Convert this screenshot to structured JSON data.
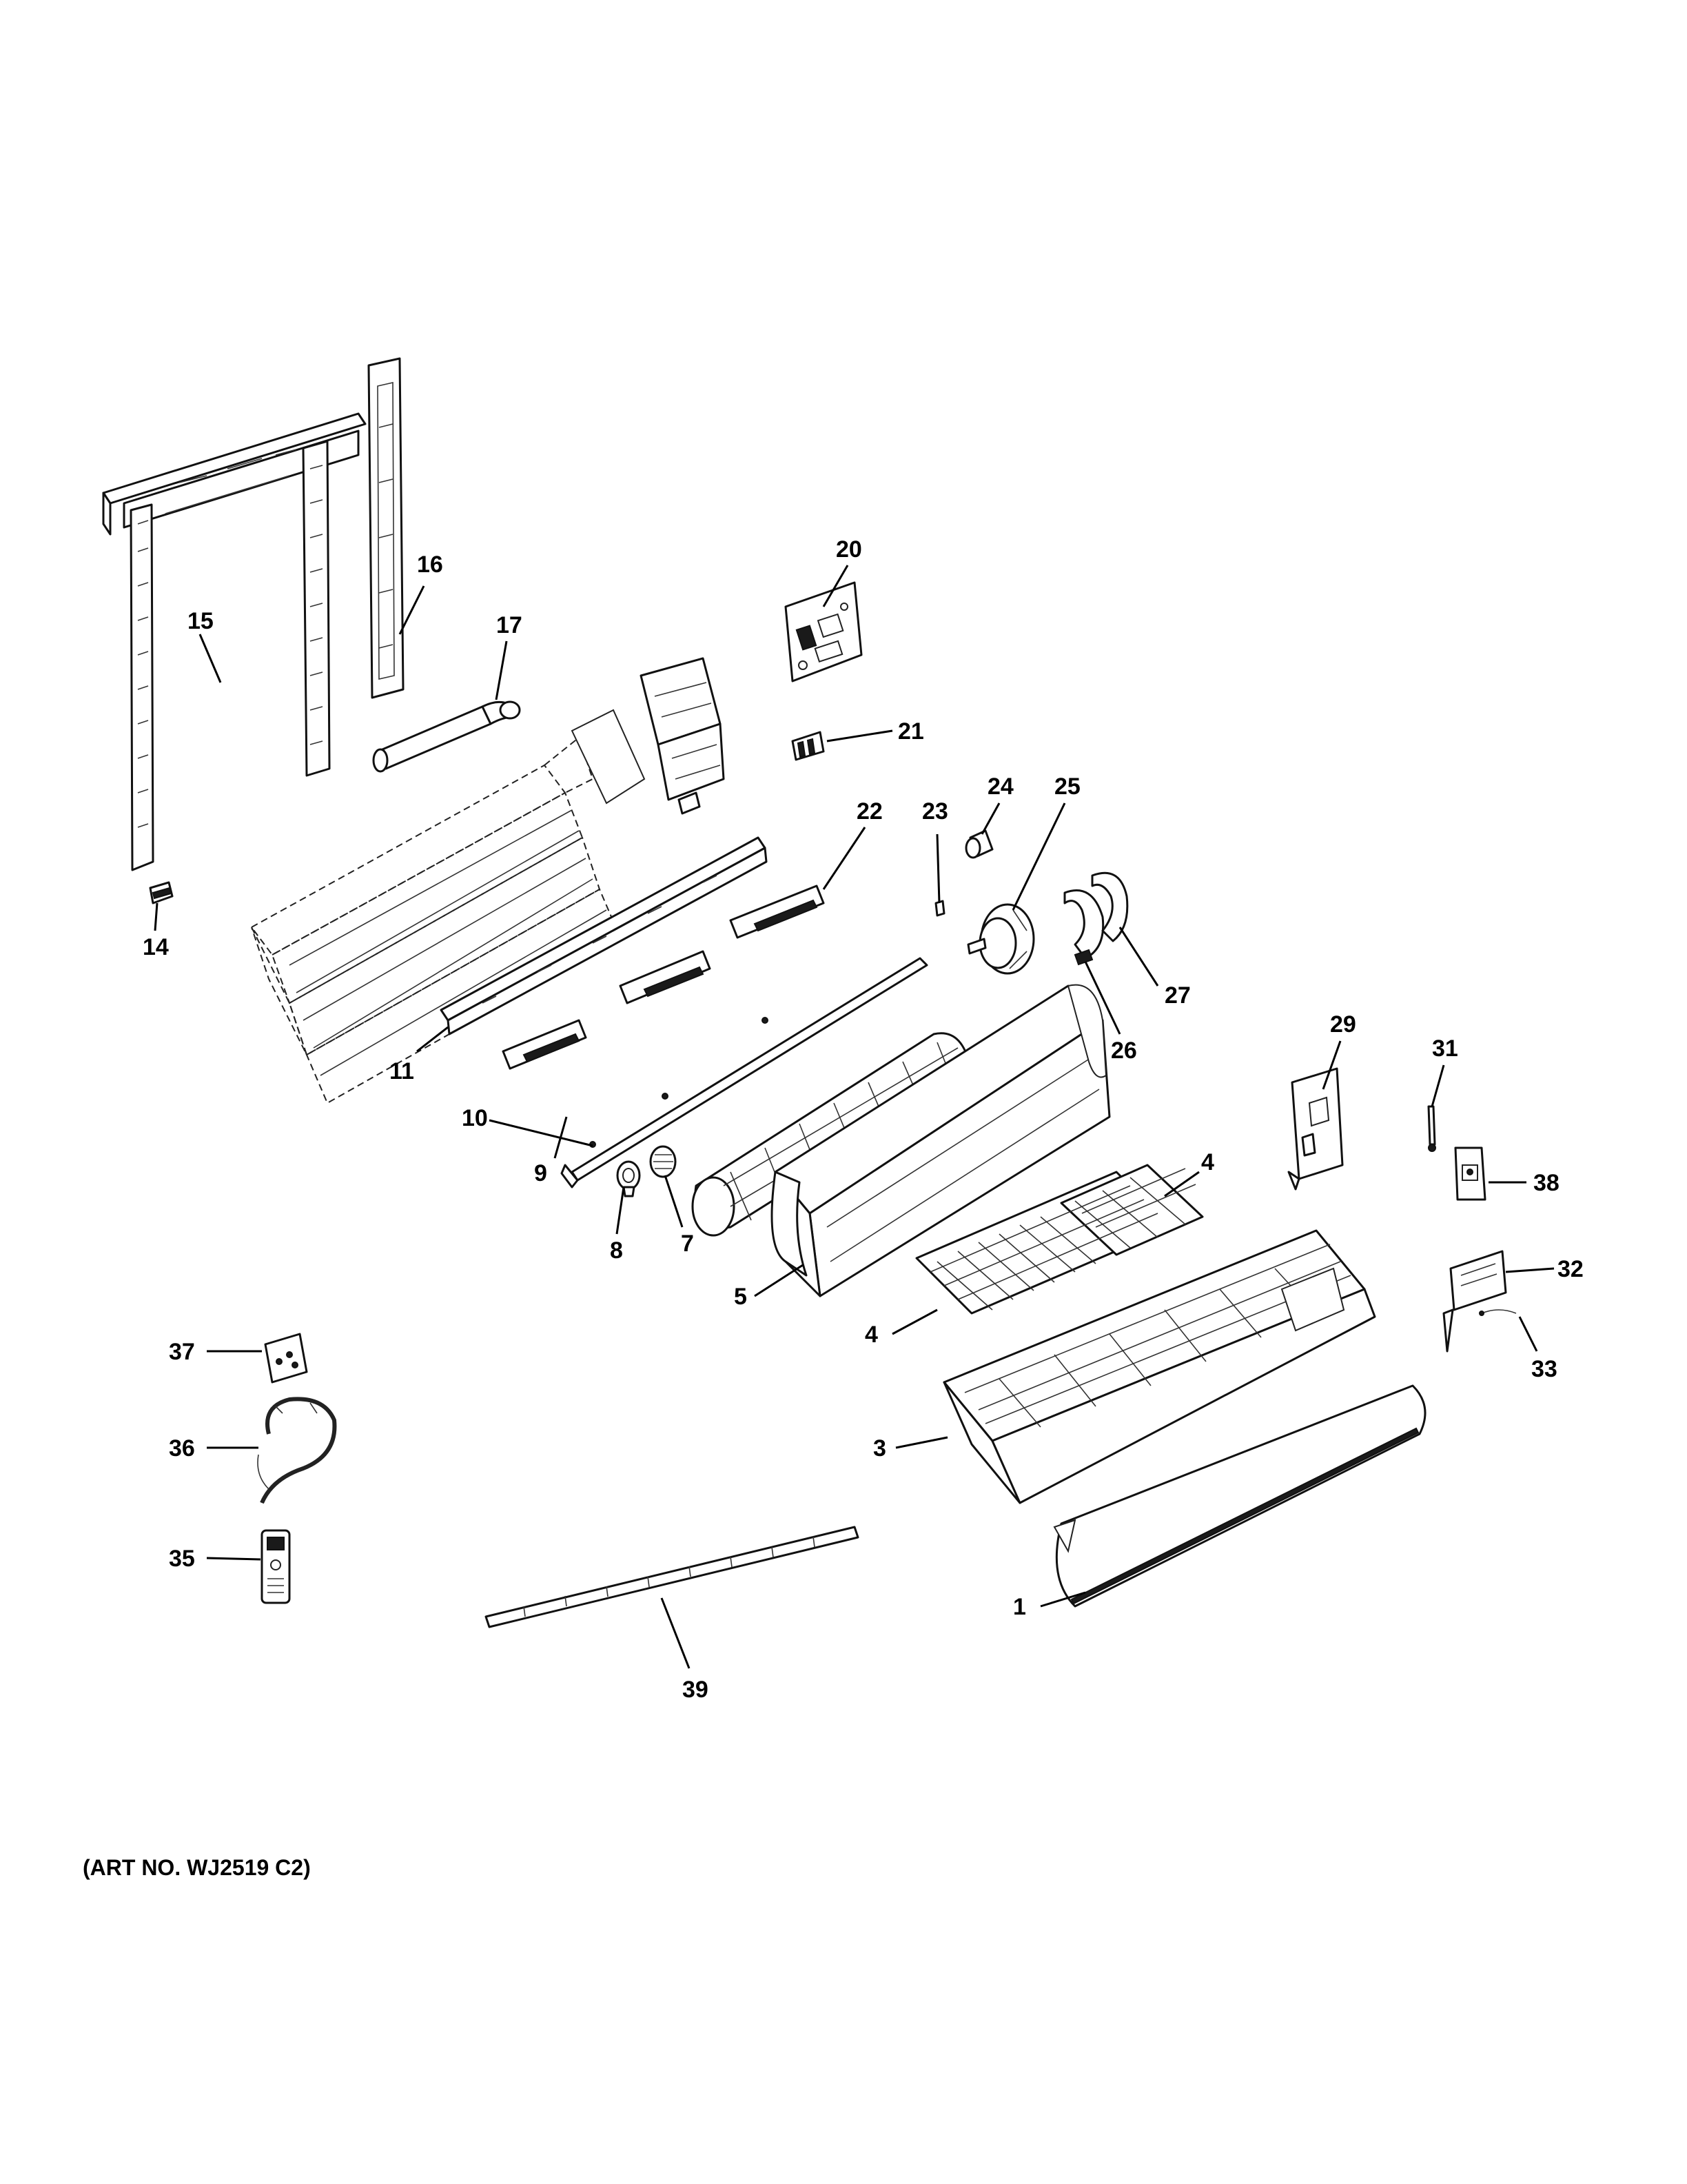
{
  "diagram": {
    "art_number": "(ART NO. WJ2519 C2)",
    "callouts": [
      {
        "id": "15",
        "label": "15"
      },
      {
        "id": "16",
        "label": "16"
      },
      {
        "id": "17",
        "label": "17"
      },
      {
        "id": "20",
        "label": "20"
      },
      {
        "id": "21",
        "label": "21"
      },
      {
        "id": "22",
        "label": "22"
      },
      {
        "id": "23",
        "label": "23"
      },
      {
        "id": "24",
        "label": "24"
      },
      {
        "id": "25",
        "label": "25"
      },
      {
        "id": "14",
        "label": "14"
      },
      {
        "id": "27",
        "label": "27"
      },
      {
        "id": "26",
        "label": "26"
      },
      {
        "id": "11",
        "label": "11"
      },
      {
        "id": "29",
        "label": "29"
      },
      {
        "id": "10",
        "label": "10"
      },
      {
        "id": "31",
        "label": "31"
      },
      {
        "id": "9",
        "label": "9"
      },
      {
        "id": "4a",
        "label": "4"
      },
      {
        "id": "38",
        "label": "38"
      },
      {
        "id": "8",
        "label": "8"
      },
      {
        "id": "7",
        "label": "7"
      },
      {
        "id": "32",
        "label": "32"
      },
      {
        "id": "5",
        "label": "5"
      },
      {
        "id": "4b",
        "label": "4"
      },
      {
        "id": "37",
        "label": "37"
      },
      {
        "id": "33",
        "label": "33"
      },
      {
        "id": "36",
        "label": "36"
      },
      {
        "id": "3",
        "label": "3"
      },
      {
        "id": "35",
        "label": "35"
      },
      {
        "id": "1",
        "label": "1"
      },
      {
        "id": "39",
        "label": "39"
      }
    ]
  }
}
